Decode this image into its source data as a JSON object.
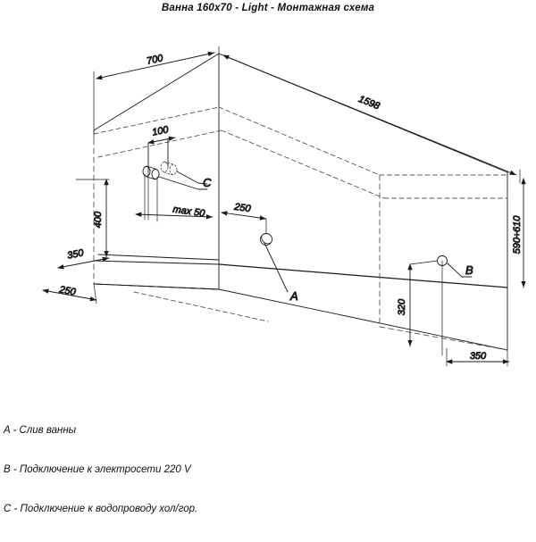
{
  "title": "Ванна 160x70 - Light - Монтажная схема",
  "legend": {
    "items": [
      "A - Слив ванны",
      "B - Подключение к электросети 220 V",
      "C - Подключение к водопроводу хол/гор."
    ]
  },
  "dimensions": {
    "depth_top": "700",
    "length_top": "1598",
    "faucet_offset": "100",
    "faucet_max": "max 50",
    "faucet_height": "400",
    "wall_offset_left": "350",
    "floor_offset_left": "250",
    "drain_offset": "250",
    "bath_height_range": "590÷610",
    "socket_height": "320",
    "socket_offset": "350"
  },
  "callouts": {
    "drain": "A",
    "power": "B",
    "water": "C"
  },
  "colors": {
    "line": "#1a1a1a",
    "hidden": "#555555",
    "background": "#ffffff"
  }
}
